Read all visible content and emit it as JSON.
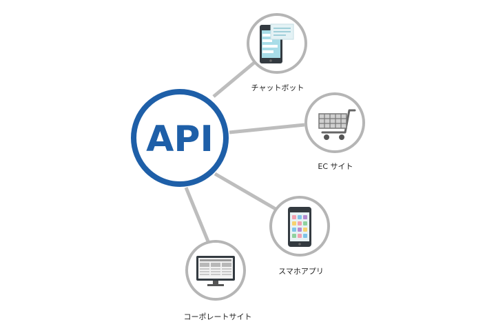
{
  "center": {
    "label": "API",
    "ring_color": "#1e5fa8"
  },
  "colors": {
    "connector": "#bdbdbd",
    "node_ring": "#b5b5b5"
  },
  "nodes": [
    {
      "id": "chatbot",
      "label": "チャットボット",
      "icon": "chatbot-phone-icon"
    },
    {
      "id": "ec",
      "label": "EC サイト",
      "icon": "shopping-cart-icon"
    },
    {
      "id": "app",
      "label": "スマホアプリ",
      "icon": "smartphone-apps-icon"
    },
    {
      "id": "corporate",
      "label": "コーポレートサイト",
      "icon": "desktop-monitor-icon"
    }
  ]
}
